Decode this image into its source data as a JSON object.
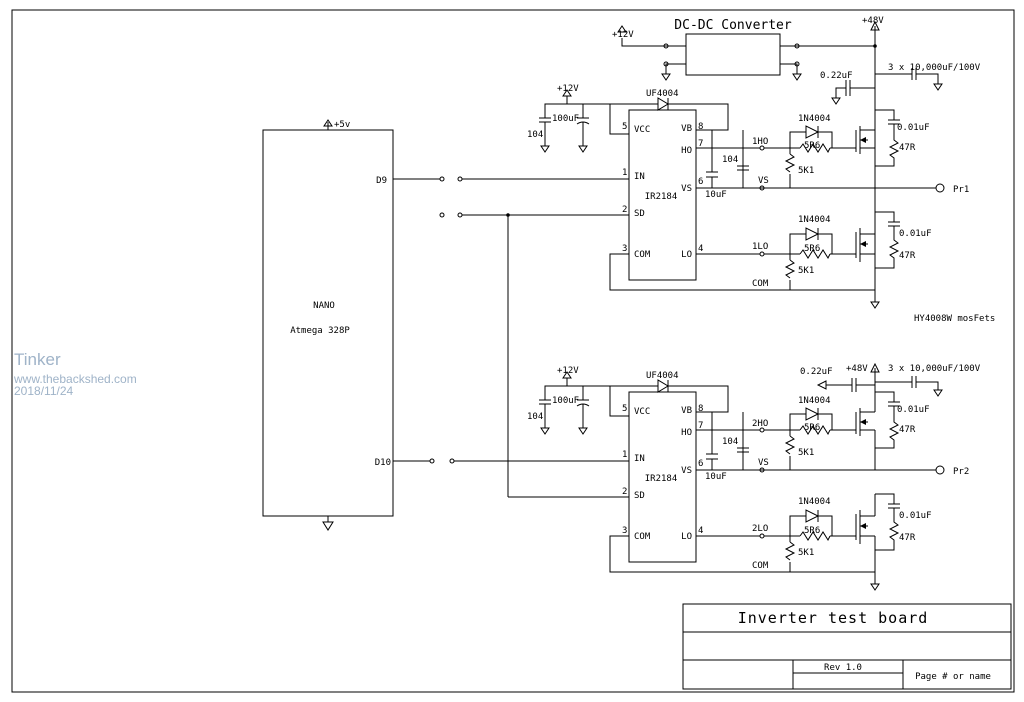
{
  "watermark": {
    "name": "Tinker",
    "site": "www.thebackshed.com",
    "date": "2018/11/24"
  },
  "title_block": {
    "title": "Inverter test board",
    "rev": "Rev 1.0",
    "page": "Page # or name"
  },
  "converter": {
    "title": "DC-DC Converter",
    "in_rail": "+12V",
    "out_rail": "+48V",
    "bulk_caps": "3 x 10,000uF/100V",
    "decoupling": "0.22uF"
  },
  "mcu": {
    "supply": "+5v",
    "line1": "NANO",
    "line2": "Atmega 328P",
    "pin_d9": "D9",
    "pin_d10": "D10"
  },
  "mosfets_note": "HY4008W mosFets",
  "stages": [
    {
      "driver": "IR2184",
      "rail": "+12V",
      "diode": "UF4004",
      "cap_elec": "100uF",
      "cap_cer": "104",
      "vcc_pin": "5",
      "in_pin": "1",
      "sd_pin": "2",
      "com_pin": "3",
      "vb_pin": "8",
      "ho_pin": "7",
      "vs_pin": "6",
      "lo_pin": "4",
      "vcc": "VCC",
      "in": "IN",
      "sd": "SD",
      "com": "COM",
      "vb": "VB",
      "ho": "HO",
      "vs": "VS",
      "lo": "LO",
      "boot_cer": "104",
      "boot_elec": "10uF",
      "ho_net": "1HO",
      "lo_net": "1LO",
      "vs_net": "VS",
      "com_net": "COM",
      "gate_diode": "1N4004",
      "gate_res": "5R6",
      "pulldown": "5K1",
      "snub_cap": "0.01uF",
      "snub_res": "47R",
      "output": "Pr1"
    },
    {
      "driver": "IR2184",
      "rail": "+12V",
      "diode": "UF4004",
      "cap_elec": "100uF",
      "cap_cer": "104",
      "vcc_pin": "5",
      "in_pin": "1",
      "sd_pin": "2",
      "com_pin": "3",
      "vb_pin": "8",
      "ho_pin": "7",
      "vs_pin": "6",
      "lo_pin": "4",
      "vcc": "VCC",
      "in": "IN",
      "sd": "SD",
      "com": "COM",
      "vb": "VB",
      "ho": "HO",
      "vs": "VS",
      "lo": "LO",
      "boot_cer": "104",
      "boot_elec": "10uF",
      "ho_net": "2HO",
      "lo_net": "2LO",
      "vs_net": "VS",
      "com_net": "COM",
      "gate_diode": "1N4004",
      "gate_res": "5R6",
      "pulldown": "5K1",
      "snub_cap": "0.01uF",
      "snub_res": "47R",
      "output": "Pr2"
    }
  ]
}
